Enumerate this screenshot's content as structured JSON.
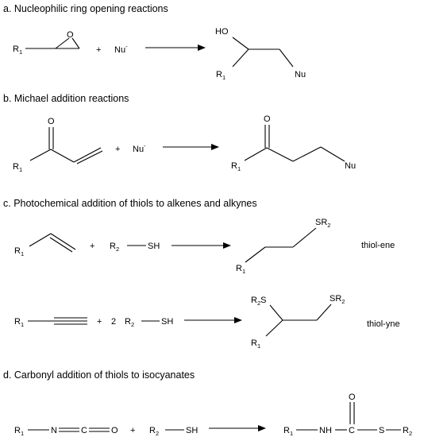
{
  "sections": {
    "a": {
      "title": "a. Nucleophilic ring opening reactions",
      "r1": "R",
      "r1_sub": "1",
      "oxygen": "O",
      "plus": "+",
      "nu": "Nu",
      "nu_charge": "-",
      "ho": "HO",
      "product_r1": "R",
      "product_r1_sub": "1",
      "product_nu": "Nu"
    },
    "b": {
      "title": "b. Michael addition reactions",
      "oxygen": "O",
      "r1": "R",
      "r1_sub": "1",
      "plus": "+",
      "nu": "Nu",
      "nu_charge": "-",
      "product_oxygen": "O",
      "product_r1": "R",
      "product_r1_sub": "1",
      "product_nu": "Nu"
    },
    "c": {
      "title": "c. Photochemical addition of thiols to alkenes and alkynes",
      "ene": {
        "r1": "R",
        "r1_sub": "1",
        "plus": "+",
        "r2": "R",
        "r2_sub": "2",
        "sh": "SH",
        "product_sr2": "SR",
        "product_sr2_sub": "2",
        "product_r1": "R",
        "product_r1_sub": "1",
        "label": "thiol-ene"
      },
      "yne": {
        "r1": "R",
        "r1_sub": "1",
        "plus": "+",
        "coef": "2",
        "r2": "R",
        "r2_sub": "2",
        "sh": "SH",
        "product_r2s": "R",
        "product_r2s_sub": "2",
        "product_r2s_s": "S",
        "product_sr2": "SR",
        "product_sr2_sub": "2",
        "product_r1": "R",
        "product_r1_sub": "1",
        "label": "thiol-yne"
      }
    },
    "d": {
      "title": "d. Carbonyl addition of thiols to isocyanates",
      "r1": "R",
      "r1_sub": "1",
      "n": "N",
      "c": "C",
      "o": "O",
      "plus": "+",
      "r2": "R",
      "r2_sub": "2",
      "sh": "SH",
      "product_r1": "R",
      "product_r1_sub": "1",
      "product_nh": "NH",
      "product_c": "C",
      "product_o": "O",
      "product_s": "S",
      "product_r2": "R",
      "product_r2_sub": "2"
    }
  }
}
